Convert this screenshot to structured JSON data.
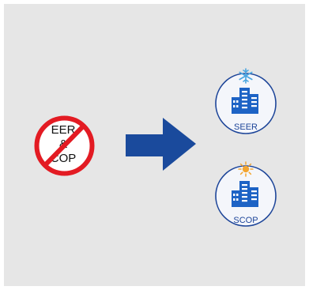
{
  "colors": {
    "background": "#e6e6e6",
    "prohibition_red": "#e31b23",
    "navy": "#1d4599",
    "building_blue": "#1d63c5",
    "arrow_blue": "#1a4a9c",
    "snow_blue": "#4aa6e0",
    "sun_orange": "#f3a530",
    "circle_fill": "#f4f6fb"
  },
  "prohibited": {
    "lines": [
      "EER",
      "&",
      "COP"
    ],
    "icon": "prohibition-sign-icon"
  },
  "arrow": {
    "icon": "right-arrow-icon"
  },
  "targets": [
    {
      "label": "SEER",
      "badge_icon": "snowflake-icon",
      "building_icon": "office-building-icon"
    },
    {
      "label": "SCOP",
      "badge_icon": "sun-icon",
      "building_icon": "office-building-icon"
    }
  ]
}
